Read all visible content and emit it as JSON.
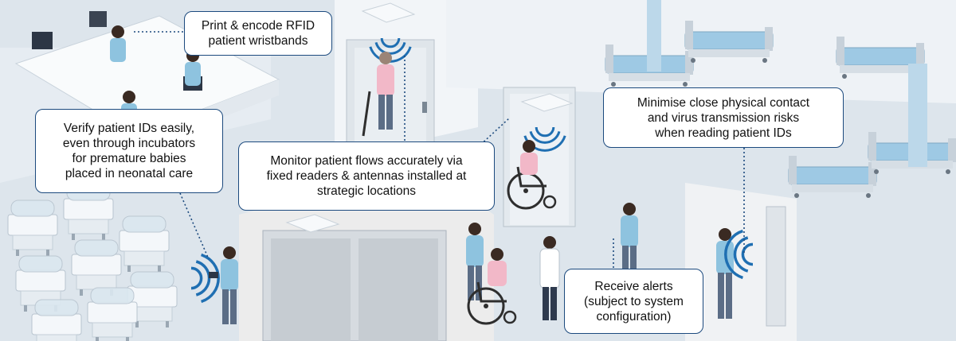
{
  "callouts": {
    "print_encode": [
      "Print & encode RFID",
      "patient wristbands"
    ],
    "verify_ids": [
      "Verify patient IDs easily,",
      "even through incubators",
      "for premature babies",
      "placed in neonatal care"
    ],
    "monitor_flows": [
      "Monitor patient flows accurately via",
      "fixed readers & antennas installed at",
      "strategic locations"
    ],
    "minimise_contact": [
      "Minimise close physical contact",
      "and virus transmission risks",
      "when reading patient IDs"
    ],
    "receive_alerts": [
      "Receive alerts",
      "(subject to system",
      "configuration)"
    ]
  },
  "colors": {
    "callout_border": "#1c4a7e",
    "rfid_signal": "#1f6fb2",
    "connector": "#1c4a7e",
    "floor": "#dde5ec",
    "wall": "#f7f9fb",
    "scrubs": "#8ec3df",
    "visitor_shirt": "#f2b8c8"
  },
  "icons": [
    "rfid-signal-icon",
    "rfid-reader-icon",
    "incubator-icon",
    "hospital-bed-icon",
    "wheelchair-icon",
    "elevator-icon",
    "door-icon",
    "reception-desk-icon",
    "printer-icon"
  ]
}
